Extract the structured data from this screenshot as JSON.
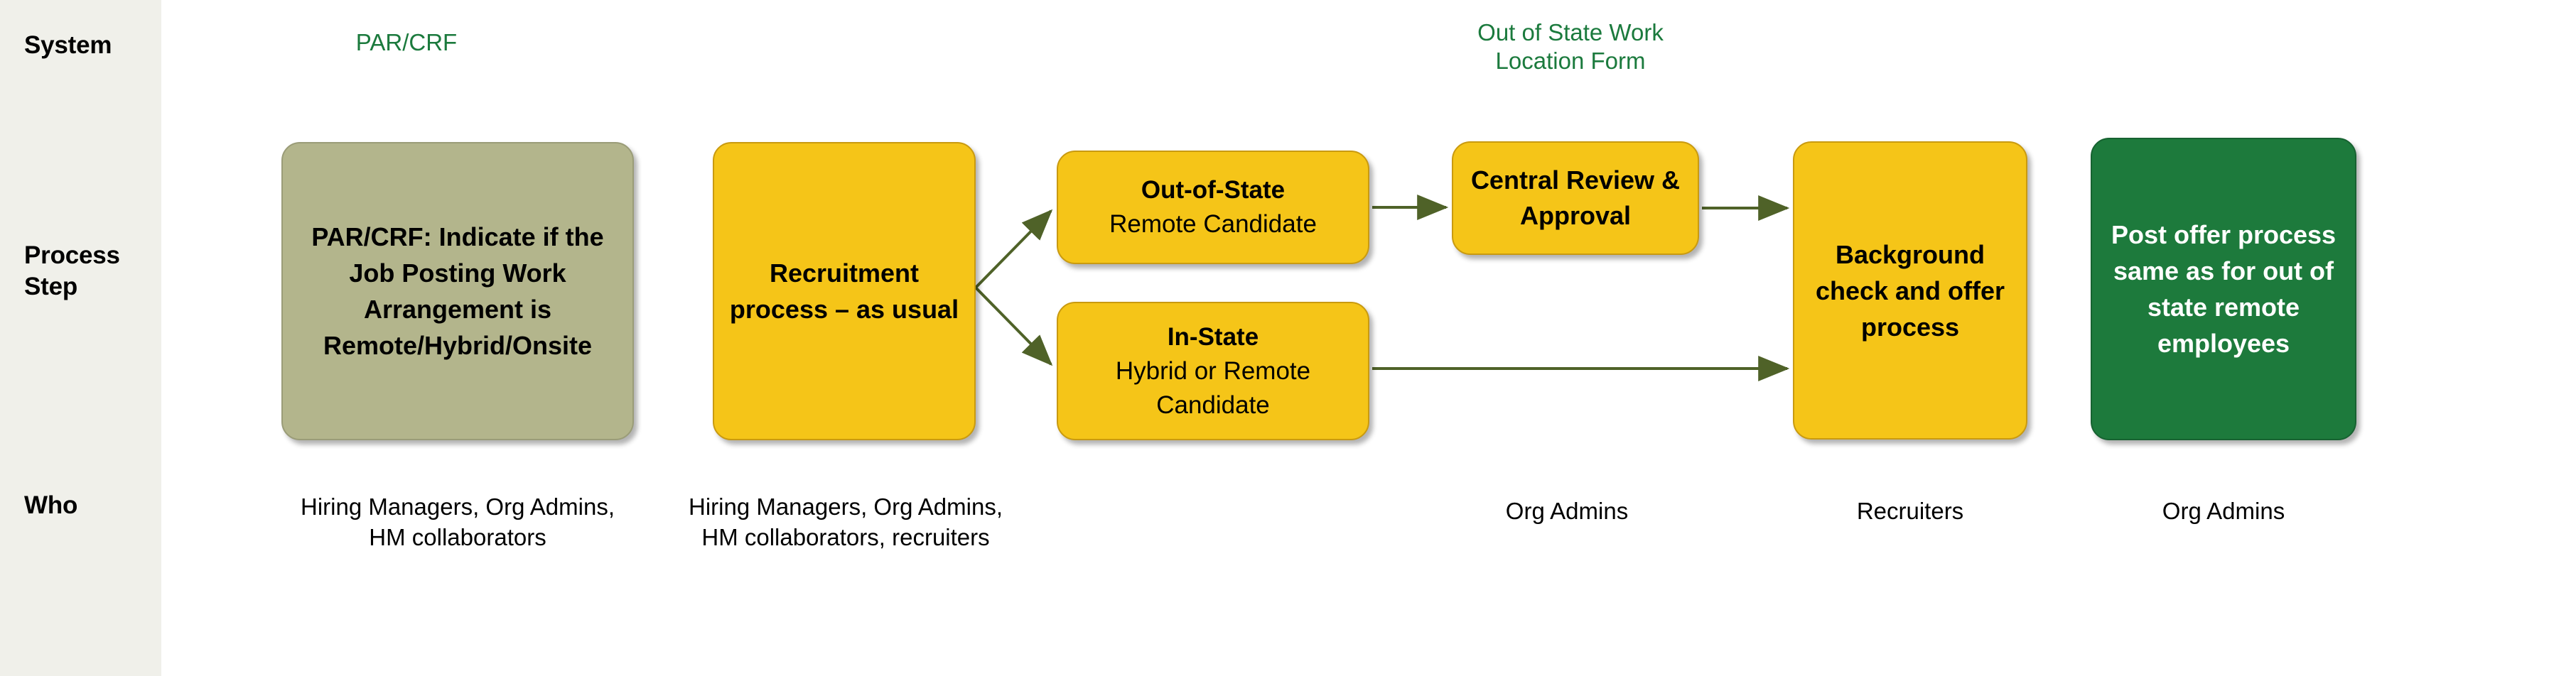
{
  "rail": {
    "rows": [
      {
        "key": "system",
        "label": "System"
      },
      {
        "key": "process",
        "label": "Process Step"
      },
      {
        "key": "who",
        "label": "Who"
      }
    ]
  },
  "system_captions": [
    {
      "key": "parcrf",
      "label": "PAR/CRF"
    },
    {
      "key": "out_of_state_form",
      "line1": "Out of State Work",
      "line2": "Location Form"
    }
  ],
  "process_steps": [
    {
      "key": "par_crf",
      "title": "PAR/CRF: Indicate if the Job Posting Work Arrangement is Remote/Hybrid/Onsite",
      "style": "sage"
    },
    {
      "key": "recruitment",
      "title": "Recruitment process – as usual",
      "style": "yellow"
    },
    {
      "key": "out_of_state",
      "title": "Out-of-State",
      "subtitle": "Remote Candidate",
      "style": "yellow"
    },
    {
      "key": "in_state",
      "title": "In-State",
      "subtitle": "Hybrid or Remote Candidate",
      "style": "yellow"
    },
    {
      "key": "central_review",
      "title": "Central Review & Approval",
      "style": "yellow"
    },
    {
      "key": "background_check",
      "title": "Background check and offer process",
      "style": "yellow"
    },
    {
      "key": "post_offer",
      "title": "Post offer process same as for out of state remote employees",
      "style": "green"
    }
  ],
  "who": [
    {
      "key": "par_crf",
      "label": "Hiring Managers, Org Admins, HM collaborators"
    },
    {
      "key": "recruitment",
      "label": "Hiring Managers, Org Admins, HM collaborators, recruiters"
    },
    {
      "key": "central_review",
      "label": "Org Admins"
    },
    {
      "key": "background_check",
      "label": "Recruiters"
    },
    {
      "key": "post_offer",
      "label": "Org Admins"
    }
  ],
  "colors": {
    "rail_bg": "#F0F0EA",
    "sage": "#B3B58C",
    "yellow": "#F5C518",
    "yellow_border": "#C99A10",
    "green": "#1D7A3C",
    "caption_green": "#1B7A3D",
    "arrow": "#4F6228",
    "page_bg": "#FFFFFF"
  },
  "connectors": [
    {
      "key": "recruitment-to-out-of-state",
      "from": "recruitment",
      "to": "out_of_state"
    },
    {
      "key": "recruitment-to-in-state",
      "from": "recruitment",
      "to": "in_state"
    },
    {
      "key": "out-of-state-to-central",
      "from": "out_of_state",
      "to": "central_review"
    },
    {
      "key": "central-to-background",
      "from": "central_review",
      "to": "background_check"
    },
    {
      "key": "in-state-to-background",
      "from": "in_state",
      "to": "background_check"
    }
  ]
}
